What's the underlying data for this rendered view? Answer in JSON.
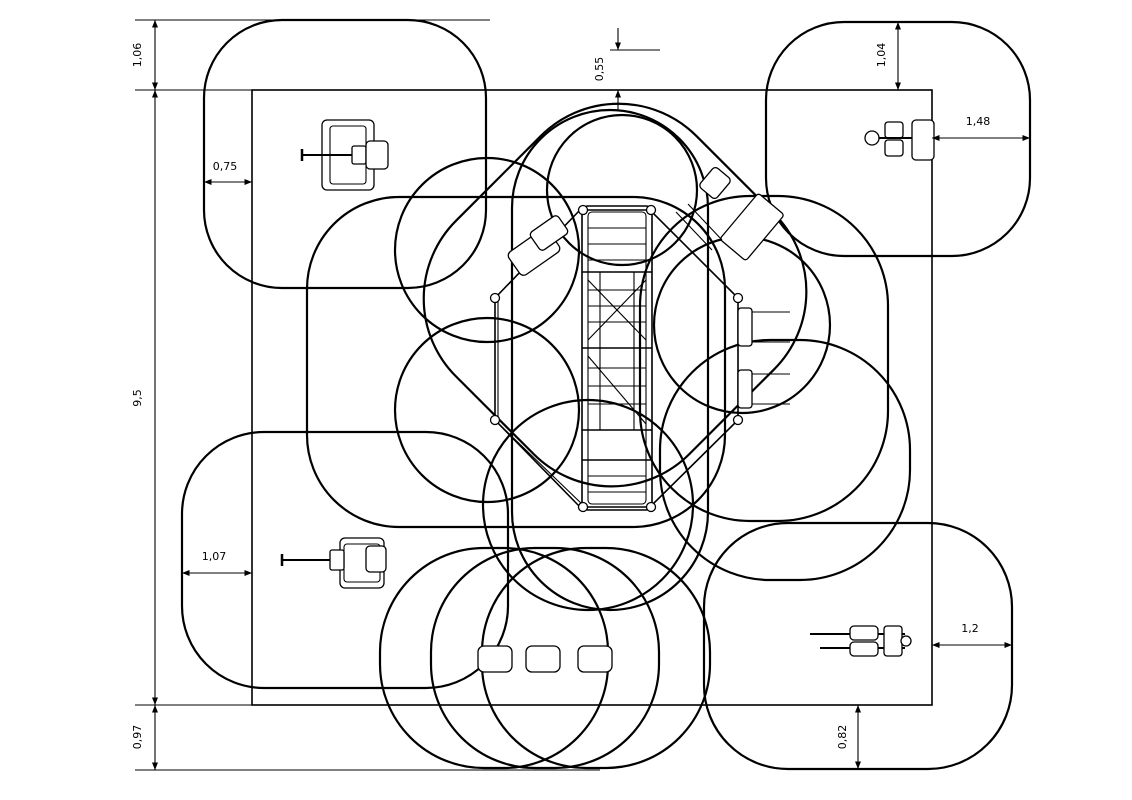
{
  "dimensions": {
    "top_left_clearance": "1,06",
    "top_center_clearance": "0,55",
    "top_right_clearance": "1,04",
    "left_upper_clearance": "0,75",
    "right_upper_clearance": "1,48",
    "overall_height": "9,5",
    "left_lower_clearance": "1,07",
    "right_lower_clearance": "1,2",
    "bottom_left_clearance": "0,97",
    "bottom_right_clearance": "0,82"
  }
}
